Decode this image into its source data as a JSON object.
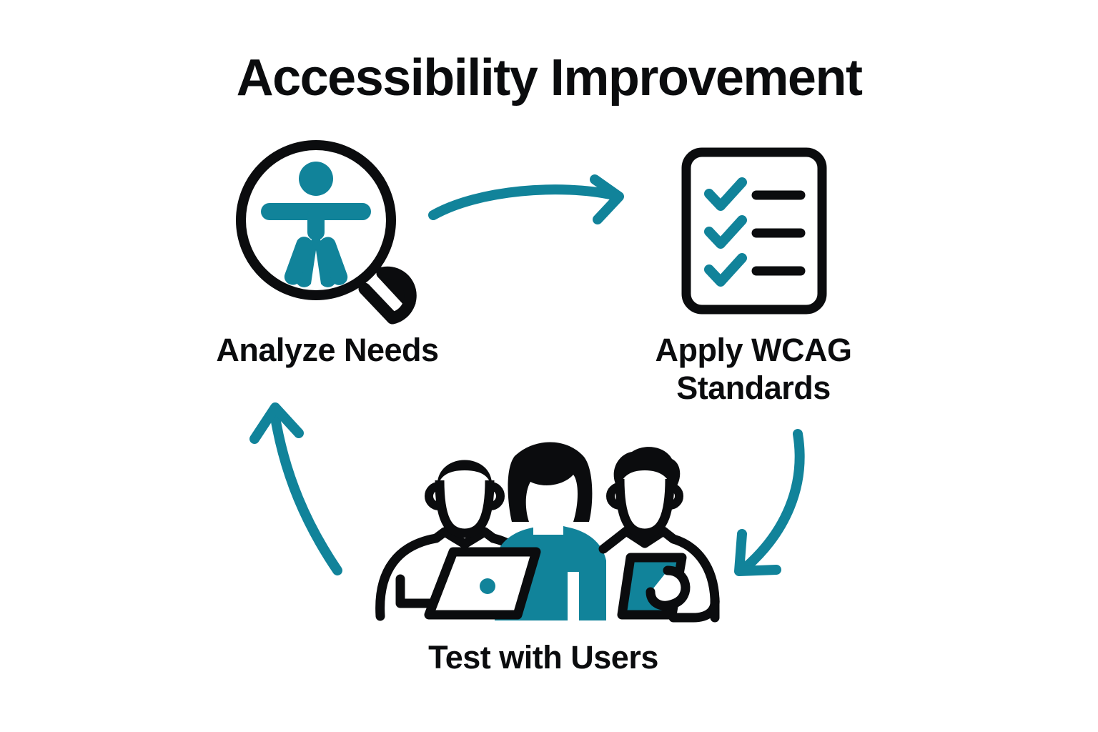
{
  "title": "Accessibility Improvement",
  "theme": {
    "background": "#ffffff",
    "ink": "#0b0c0e",
    "accent": "#11839a"
  },
  "diagram": {
    "type": "cycle",
    "steps": [
      {
        "id": "analyze",
        "label": "Analyze Needs",
        "icon": "magnifier-accessibility-icon",
        "position": "top-left"
      },
      {
        "id": "wcag",
        "label_line1": "Apply WCAG",
        "label_line2": "Standards",
        "label": "Apply WCAG Standards",
        "icon": "checklist-document-icon",
        "position": "top-right"
      },
      {
        "id": "test",
        "label": "Test with Users",
        "icon": "three-people-testing-icon",
        "position": "bottom-center"
      }
    ],
    "arrows": [
      {
        "id": "analyze-to-wcag",
        "from": "analyze",
        "to": "wcag",
        "direction": "right",
        "color": "#11839a"
      },
      {
        "id": "wcag-to-test",
        "from": "wcag",
        "to": "test",
        "direction": "down-left",
        "color": "#11839a"
      },
      {
        "id": "test-to-analyze",
        "from": "test",
        "to": "analyze",
        "direction": "up-left",
        "color": "#11839a"
      }
    ],
    "checklist": {
      "items_checked": 3,
      "total_items": 3
    },
    "people": {
      "count": 3,
      "devices": [
        "laptop",
        "tablet"
      ]
    }
  }
}
